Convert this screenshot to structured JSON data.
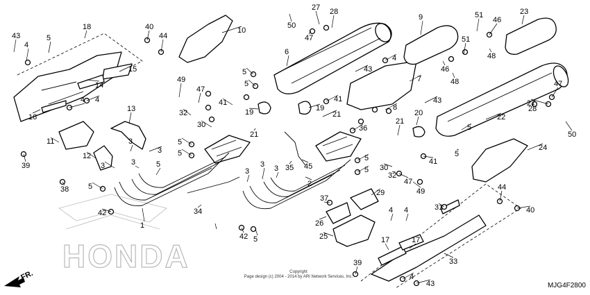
{
  "diagram_code": "MJG4F2800",
  "copyright_line1": "Copyright",
  "copyright_line2": "Page design (c) 2004 - 2014 by ARI Network Services, Inc.",
  "direction_label": "FR.",
  "watermark": "HONDA",
  "callouts": [
    "1",
    "2",
    "3",
    "4",
    "5",
    "6",
    "7",
    "8",
    "9",
    "10",
    "11",
    "12",
    "13",
    "14",
    "15",
    "16",
    "17",
    "18",
    "19",
    "20",
    "21",
    "22",
    "23",
    "24",
    "25",
    "26",
    "27",
    "28",
    "29",
    "30",
    "31",
    "32",
    "33",
    "34",
    "35",
    "36",
    "37",
    "38",
    "39",
    "40",
    "41",
    "42",
    "43",
    "44",
    "45",
    "46",
    "47",
    "48",
    "49",
    "50",
    "51"
  ],
  "colors": {
    "line": "#000000",
    "watermark": "#b8b8b8",
    "background": "#ffffff"
  }
}
